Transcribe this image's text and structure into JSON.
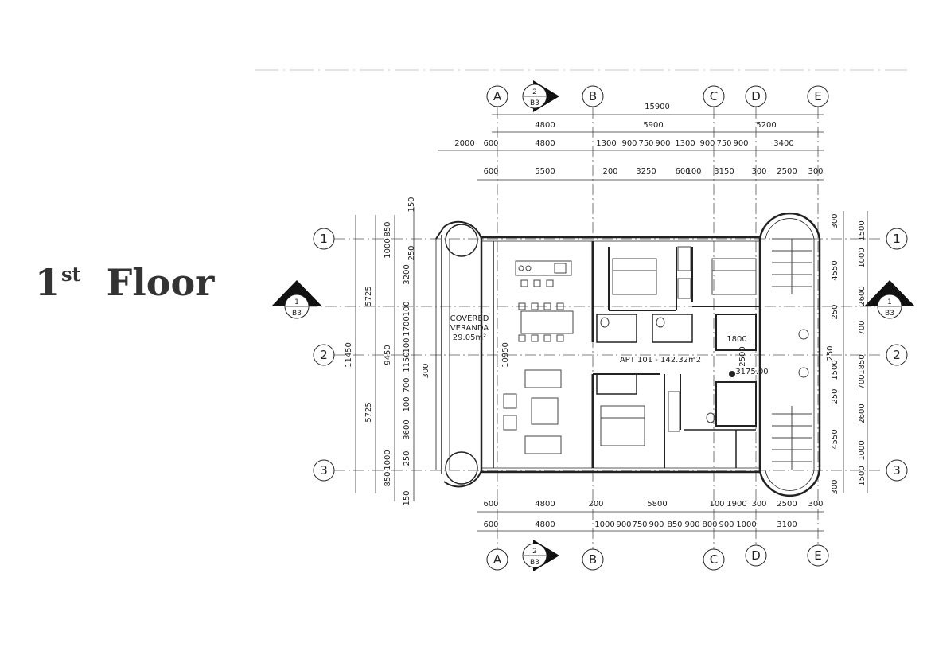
{
  "title": {
    "number": "1",
    "suffix": "st",
    "word": "Floor"
  },
  "grid_columns": [
    "A",
    "B",
    "C",
    "D",
    "E"
  ],
  "grid_rows": [
    "1",
    "2",
    "3"
  ],
  "section_marks": [
    {
      "number": "2",
      "sheet": "B3"
    },
    {
      "number": "1",
      "sheet": "B3"
    }
  ],
  "rooms": {
    "veranda_line1": "COVERED",
    "veranda_line2": "VERANDA",
    "veranda_area": "29.05m²",
    "apartment": "APT 101 - 142.32m2",
    "level_mark": "3175.00",
    "stair_dim": "1800",
    "stair_dim_v": "2500",
    "veranda_len": "10950"
  },
  "top_dims": {
    "overall": "15900",
    "row2": [
      "4800",
      "5900",
      "5200"
    ],
    "row3": [
      "2000",
      "600",
      "4800",
      "1300",
      "900",
      "750",
      "900",
      "1300",
      "900",
      "750",
      "900",
      "3400"
    ],
    "row4": [
      "600",
      "5500",
      "200",
      "3250",
      "600",
      "100",
      "3150",
      "300",
      "2500",
      "300"
    ]
  },
  "bottom_dims": {
    "row1": [
      "600",
      "4800",
      "200",
      "5800",
      "100",
      "1900",
      "300",
      "2500",
      "300"
    ],
    "row2": [
      "600",
      "4800",
      "1000",
      "900",
      "750",
      "900",
      "850",
      "900",
      "800",
      "900",
      "1000",
      "3100"
    ]
  },
  "left_dims": {
    "outer": "11450",
    "second": [
      "5725",
      "9450",
      "5725"
    ],
    "third": [
      "1000",
      "3200",
      "1700",
      "1150",
      "100",
      "3600",
      "1000"
    ],
    "fourth": [
      "150",
      "850",
      "250",
      "100",
      "100",
      "300",
      "700",
      "250",
      "850",
      "150"
    ]
  },
  "right_dims": {
    "inner": [
      "300",
      "4550",
      "250",
      "250",
      "1500",
      "250",
      "4550",
      "300"
    ],
    "outer": [
      "1500",
      "1000",
      "2600",
      "700",
      "1850",
      "700",
      "2600",
      "1000",
      "1500"
    ]
  }
}
